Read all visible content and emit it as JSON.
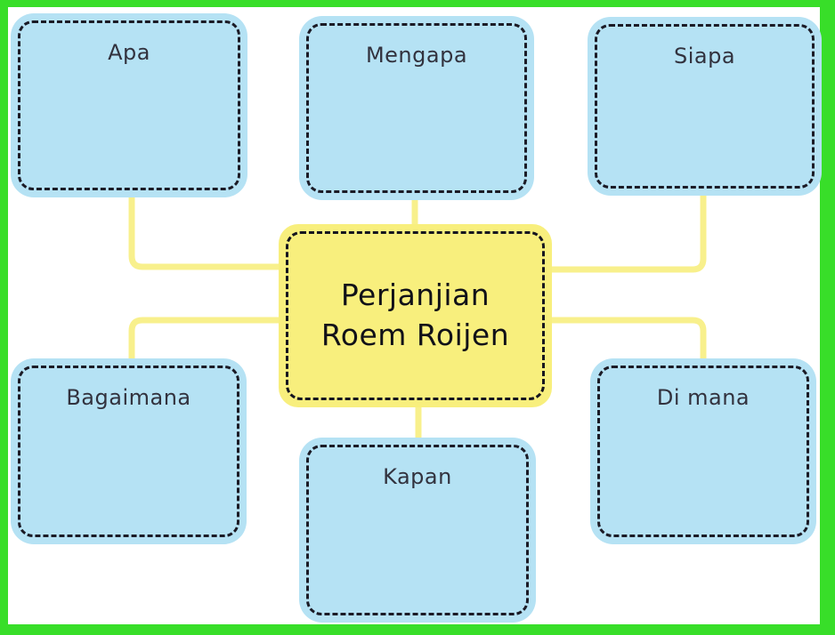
{
  "diagram": {
    "type": "mind-map",
    "center_node": {
      "id": "perjanjian-roem-roijen",
      "label": "Perjanjian Roem Roijen"
    },
    "question_nodes": {
      "apa": {
        "label": "Apa"
      },
      "mengapa": {
        "label": "Mengapa"
      },
      "siapa": {
        "label": "Siapa"
      },
      "bagaimana": {
        "label": "Bagaimana"
      },
      "kapan": {
        "label": "Kapan"
      },
      "di_mana": {
        "label": "Di mana"
      }
    },
    "edges": [
      [
        "apa",
        "center"
      ],
      [
        "mengapa",
        "center"
      ],
      [
        "siapa",
        "center"
      ],
      [
        "bagaimana",
        "center"
      ],
      [
        "kapan",
        "center"
      ],
      [
        "di_mana",
        "center"
      ]
    ],
    "colors": {
      "frame_green": "#38DE29",
      "page_white": "#FFFFFF",
      "node_blue": "#B5E2F4",
      "node_yellow": "#F8EF7D",
      "connector_yellow": "#F8F08C",
      "dash_dark": "#1B1B26",
      "label_text": "#32323E",
      "center_text": "#111118"
    }
  }
}
